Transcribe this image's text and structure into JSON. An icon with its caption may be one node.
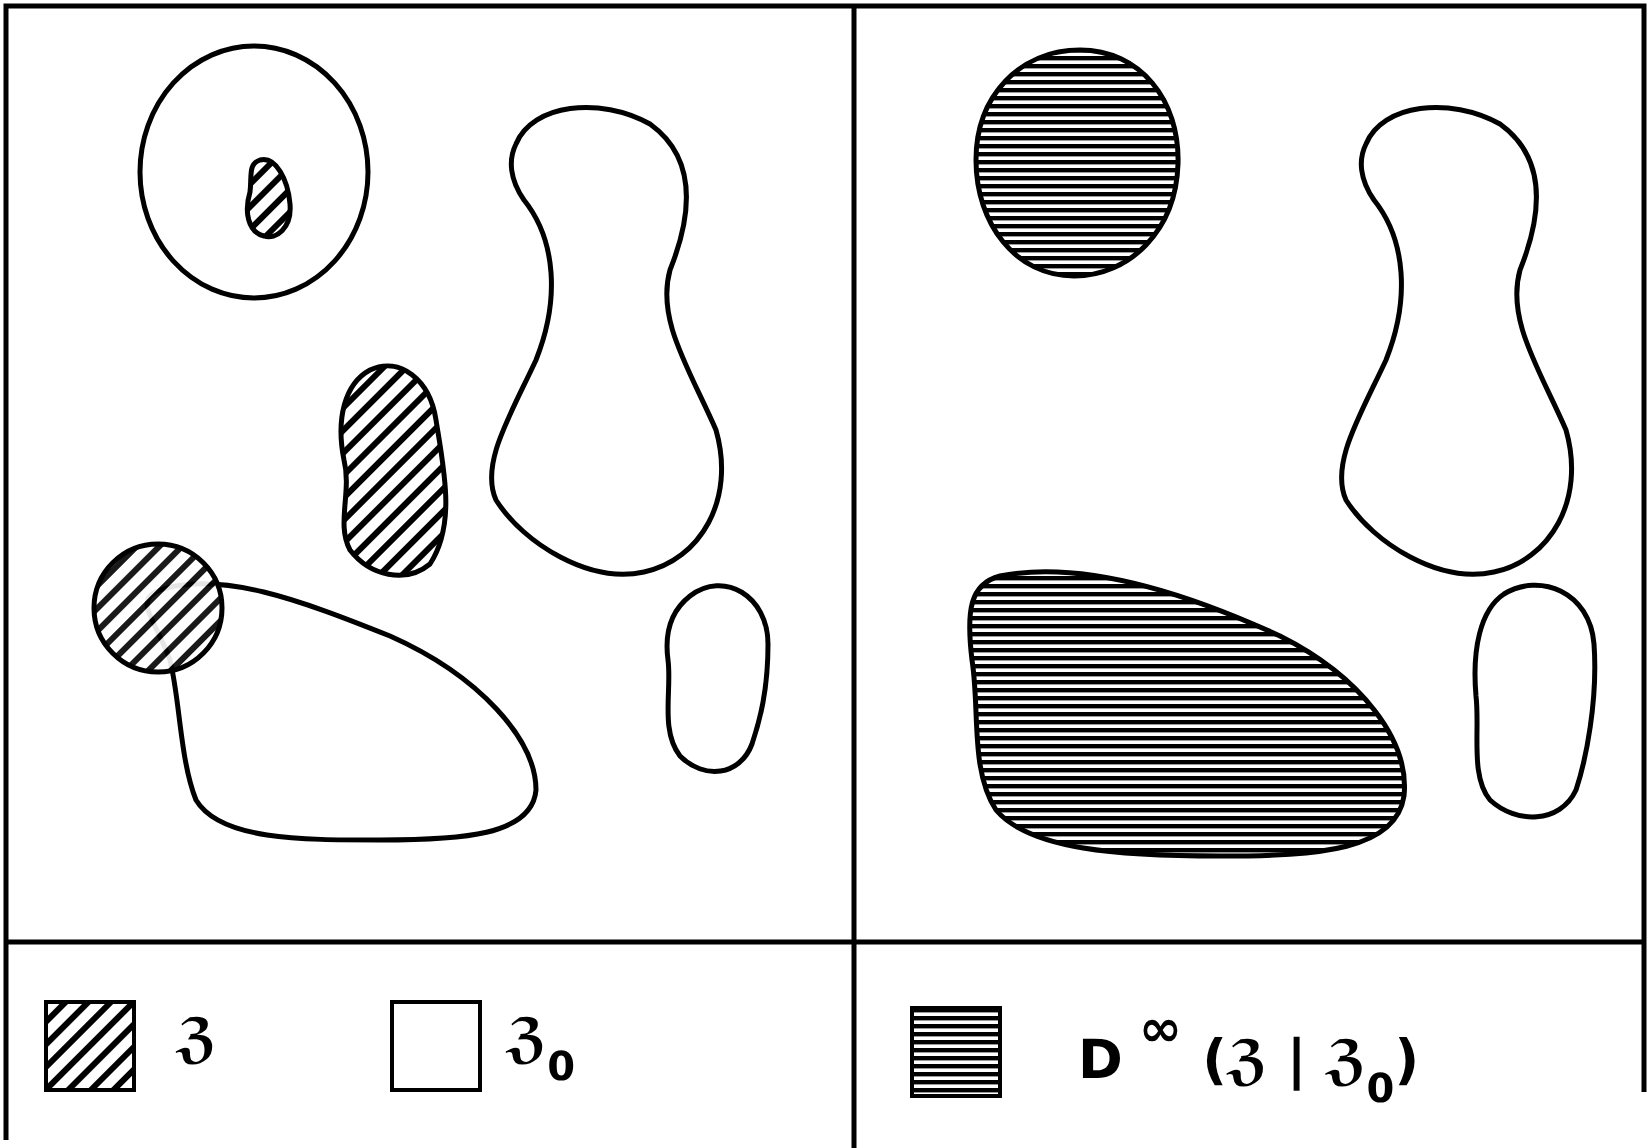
{
  "diagram": {
    "legend": [
      {
        "text": "ℨ"
      },
      {
        "text": "ℨ$_{0}$"
      },
      {
        "text": "D$^{∞}$(ℨ | ℨ$_{0}$)"
      }
    ]
  }
}
